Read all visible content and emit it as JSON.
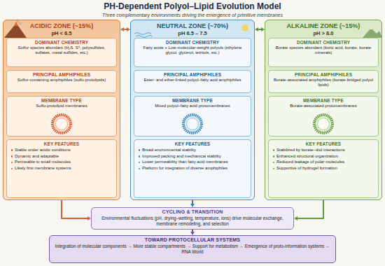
{
  "diagram": {
    "title": "PH-Dependent Polyol–Lipid Evolution Model",
    "nodes": [
      {
        "text": [
          "ACIDIC ZONE (~15%)",
          "pH < 6.5"
        ]
      },
      {
        "text": [
          "DOMINANT CHEMISTRY",
          "Sulfur species abundant (H₂S, S⁰, polysulfides, sulfates, metal sulfides, etc.)"
        ],
        "in": 0
      },
      {
        "text": [
          "PRINCIPAL AMPHIPHILES",
          "Sulfur-containing amphiphiles (sulfo-protolipids)"
        ],
        "in": 0
      },
      {
        "text": [
          "MEMBRANE TYPE",
          "Sulfo-protolipid membranes"
        ],
        "in": 0
      },
      {
        "text": [
          "KEY FEATURES",
          "Stable under acidic conditions",
          "Dynamic and adaptable",
          "Permeable to small molecules",
          "Likely first membrane systems"
        ],
        "in": 0
      },
      {
        "text": [
          "NEUTRAL ZONE (~70%)",
          "pH 6.5 – 7.5"
        ]
      },
      {
        "text": [
          "DOMINANT CHEMISTRY",
          "Fatty acids + Low-molecular-weight polyols (ethylene glycol, glycerol, tetritols, etc.)"
        ],
        "in": 5
      },
      {
        "text": [
          "PRINCIPAL AMPHIPHILES",
          "Ester- and ether-linked polyol–fatty acid amphiphiles"
        ],
        "in": 5
      },
      {
        "text": [
          "MEMBRANE TYPE",
          "Mixed polyol–fatty acid protomembranes"
        ],
        "in": 5
      },
      {
        "text": [
          "KEY FEATURES",
          "Broad environmental stability",
          "Improved packing and mechanical stability",
          "Lower permeability than fatty acid membranes",
          "Platform for integration of diverse amphiphiles"
        ],
        "in": 5
      },
      {
        "text": [
          "ALKALINE ZONE (~15%)",
          "pH > 8.0"
        ]
      },
      {
        "text": [
          "DOMINANT CHEMISTRY",
          "Borate species abundant (boric acid, borate, borate minerals)"
        ],
        "in": 10
      },
      {
        "text": [
          "PRINCIPAL AMPHIPHILES",
          "Borate-associated amphiphiles (borate-bridged polyol lipids)"
        ],
        "in": 10
      },
      {
        "text": [
          "MEMBRANE TYPE",
          "Borate-associated protomembranes"
        ],
        "in": 10
      },
      {
        "text": [
          "KEY FEATURES",
          "Stabilized by borate–diol interactions",
          "Enhanced structural organization",
          "Reduced leakage of polar molecules",
          "Supportive of hydrogel formation"
        ],
        "in": 10
      },
      {
        "text": [
          "CYCLING & TRANSITION",
          "Environmental fluctuations (pH, drying–wetting, temperature, ions) drive molecular exchange, membrane remodeling, and selection"
        ]
      },
      {
        "text": [
          "TOWARD PROTOCELLULAR SYSTEMS",
          "Integration of molecular components → More stable compartments → Support for metabolism → Emergence of proto-information systems → RNA World"
        ]
      }
    ],
    "edges": [
      {
        "from": 0,
        "to": 5,
        "arrow": "both"
      },
      {
        "from": 5,
        "to": 10,
        "arrow": "both"
      },
      {
        "from": 0,
        "to": 15,
        "arrow": "to"
      },
      {
        "from": 10,
        "to": 15,
        "arrow": "to"
      },
      {
        "from": 5,
        "to": 15,
        "arrow": "to"
      },
      {
        "from": 15,
        "to": 16,
        "arrow": "to"
      }
    ],
    "labels": [
      "Three complementary environments driving the emergence of primitive membranes"
    ]
  }
}
